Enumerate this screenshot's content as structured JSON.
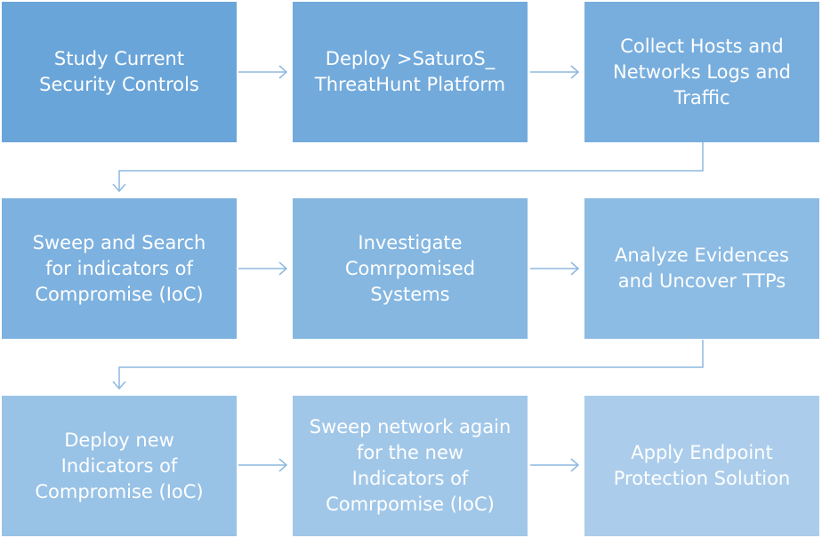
{
  "diagram": {
    "steps": [
      {
        "label": "Study Current\nSecurity Controls"
      },
      {
        "label": "Deploy >SaturoS_\nThreatHunt Platform"
      },
      {
        "label": "Collect Hosts and\nNetworks Logs and\nTraffic"
      },
      {
        "label": "Sweep and Search\nfor indicators of\nCompromise (IoC)"
      },
      {
        "label": "Investigate\nComrpomised\nSystems"
      },
      {
        "label": "Analyze Evidences\nand Uncover TTPs"
      },
      {
        "label": "Deploy new\nIndicators of\nCompromise (IoC)"
      },
      {
        "label": "Sweep network again\nfor the new\nIndicators of\nComrpomise (IoC)"
      },
      {
        "label": "Apply Endpoint\nProtection Solution"
      }
    ],
    "connector_color": "#8db8e0"
  }
}
